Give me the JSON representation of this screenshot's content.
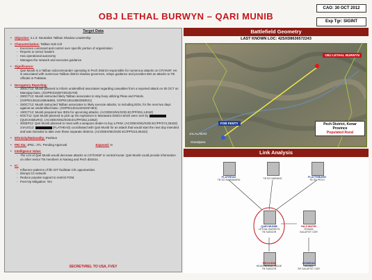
{
  "header": {
    "cao": "CAO: 30 OCT 2012",
    "title": "OBJ LETHAL BURWYN  – QARI MUNIB",
    "exp_tgr": "Exp Tgr: SIGINT"
  },
  "target_data": {
    "heading": "Target Data",
    "objective_label": "Objective:",
    "objective_text": "3.1.3: Neutralize Taliban Shadow Leadership",
    "characterization_label": "Characterization:",
    "characterization_text": "Taliban Sub Cdr",
    "characterization_items": [
      "Exercises command and control over specific portion of organization",
      "Reports to senior leaders",
      "Has operational autonomy",
      "Manages the network and executes guidance"
    ],
    "significance_label": "Significance:",
    "significance_text": "Qari Munib is a Taliban subcommander operating in Pech District responsible for numerous attacks on CF/ANSF. He is associated with numerous Taliban district shadow governors, relays guidance and provides IED an attacks to TB officials in Pakistan.",
    "reporting_label": "Derogatory Reporting:",
    "reporting_items": [
      "30OCT12: Munib planned to inform unidentified associates regarding casualties from a reported attack on 30 OCT on Manogay base. (GOPEI31535T40126748)",
      "29OCT12: Munib instructed likely Taliban associates to stay busy utilizing Pikas and Pistols. (GOPEI1351513884&955, GOPEI1351488235DE21)",
      "25OCT12: Munib instructed Taliban associates to likely execute attacks, to including IEDs, for the next two days against an unidentified base. (GOPEI1351132322574E3)",
      "19OCT12: Munib prepared two IEDs for upcoming attacks. (ACODEX/M1/SOD.EC/PP/291,1404Z)",
      "8OCT12: Qari Munib planned to pick up his explosives in Marawara District which were sent by [REDACTED] (QUICKSBURG). (ACODEX/M1/SOD.EC/PP/262,1435Z)",
      "30SEP12: Qari Munib planned to meet with a weapons dealer to buy a PKM. (ACODEX/M1/SOD.EC/PP/274,2532Z) 24AUG12: [REDACTED] (FLATHEAD) coordinated with Qari Munib for an attack that would start the next day intended and was intended to take over these separate districts. (ACODEX/M1/SOD.EC/PP/215,08432)"
    ],
    "ethnicity_label": "Ethnicity/Nationality:",
    "ethnicity_value": "Pashtun",
    "pid_label": "PID Sta:",
    "pid_value": "JPEL: JTL: Pending Approval",
    "exposed_label": "Exposed:",
    "exposed_value": "N",
    "effects_label": "Intelligence Value:",
    "effects_text": "The LOI of Qari Munib would decrease attacks on CF//ANSF in central Kunar. Qari Munib could provide information on other senior TB members in Narang and Pech districts.",
    "ic_label": "IC:",
    "ic_items": [
      "Influence patterns of life IOT facilitate C/K opportunities",
      "Disrupt C2 network",
      "Reduce popular support to restrict FOM.",
      "Post-Op Mitigation: Yes"
    ],
    "classification": "SECRET//REL TO USA, FVEY"
  },
  "battlefield": {
    "heading": "Battlefield Geometry",
    "last_loc": "LAST KNOWN LOC: 42SXD8636572243",
    "target_tag": "OBJ LETHAL BURWYN",
    "fob_tag": "FOB FENTY",
    "map_label_jalalabad": "JALALABAD",
    "map_label_grandpara": "Grandpara",
    "pech_title": "Pech District, Konar Province",
    "pech_sub": "Populated Rural"
  },
  "link_analysis": {
    "heading": "Link Analysis",
    "nodes": [
      {
        "name": "FLATHEAD",
        "role": "TB SG MARAWARA"
      },
      {
        "name": "",
        "role": "TB SG NARANG"
      },
      {
        "name": "FLATTEBURG",
        "role": "TB SG PECH"
      },
      {
        "name": "QARI MUNIB",
        "role": "LETHAL BURWYN"
      },
      {
        "name": "",
        "role": "TB SUBCDR"
      },
      {
        "name": "HAJI MATIN",
        "role": "RONAN"
      },
      {
        "name": "",
        "role": "SALAFIST CDR"
      },
      {
        "name": "FIROUDIN",
        "role": "HEARTBREAK RIDGE"
      },
      {
        "name": "",
        "role": "TB SUBCDR"
      },
      {
        "name": "DOWRAN",
        "role": "VIKING"
      },
      {
        "name": "",
        "role": "SR SALAFIST CDR"
      }
    ]
  },
  "colors": {
    "accent_red": "#c4161c",
    "header_bar": "#8a1c14",
    "blue_tag": "#1f3e9e"
  }
}
